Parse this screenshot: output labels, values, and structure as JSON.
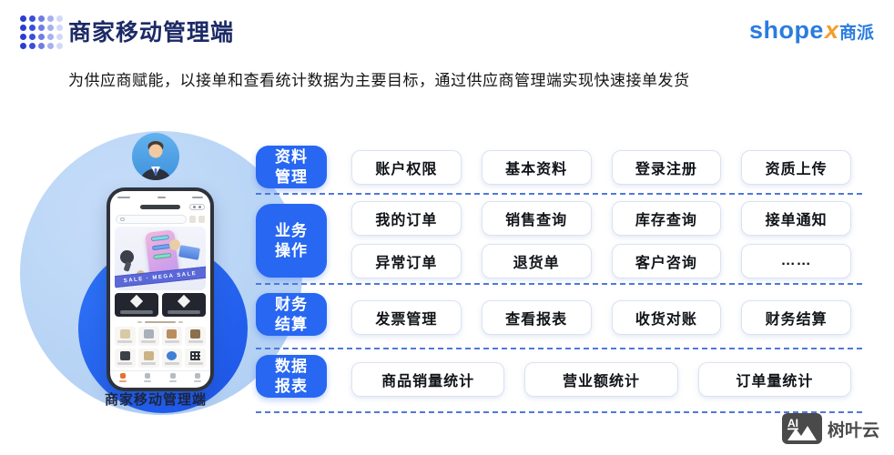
{
  "header": {
    "title": "商家移动管理端",
    "subtitle": "为供应商赋能，以接单和查看统计数据为主要目标，通过供应商管理端实现快速接单发货",
    "logo_en": "shope",
    "logo_x": "x",
    "logo_cn": "商派"
  },
  "hero": {
    "caption": "商家移动管理端",
    "ribbon_text": "SALE · MEGA SALE"
  },
  "categories": [
    {
      "id": "profile",
      "label_line1": "资料",
      "label_line2": "管理",
      "rows": [
        [
          "账户权限",
          "基本资料",
          "登录注册",
          "资质上传"
        ]
      ]
    },
    {
      "id": "business",
      "label_line1": "业务",
      "label_line2": "操作",
      "rows": [
        [
          "我的订单",
          "销售查询",
          "库存查询",
          "接单通知"
        ],
        [
          "异常订单",
          "退货单",
          "客户咨询",
          "……"
        ]
      ]
    },
    {
      "id": "finance",
      "label_line1": "财务",
      "label_line2": "结算",
      "rows": [
        [
          "发票管理",
          "查看报表",
          "收货对账",
          "财务结算"
        ]
      ]
    },
    {
      "id": "data",
      "label_line1": "数据",
      "label_line2": "报表",
      "rows": [
        [
          "商品销量统计",
          "营业额统计",
          "订单量统计"
        ]
      ]
    }
  ],
  "watermark": {
    "ai": "AI",
    "label": "树叶云"
  },
  "colors": {
    "accent_blue": "#2767f2",
    "circle_light": "#b3d1f4",
    "dash_blue": "#4f78dc",
    "title_navy": "#1c2a66",
    "logo_blue": "#2a7cdf",
    "logo_orange": "#f59d2b",
    "button_border": "#dbe2f0",
    "text_dark": "#101318",
    "watermark_gray": "#4a4a4a"
  }
}
